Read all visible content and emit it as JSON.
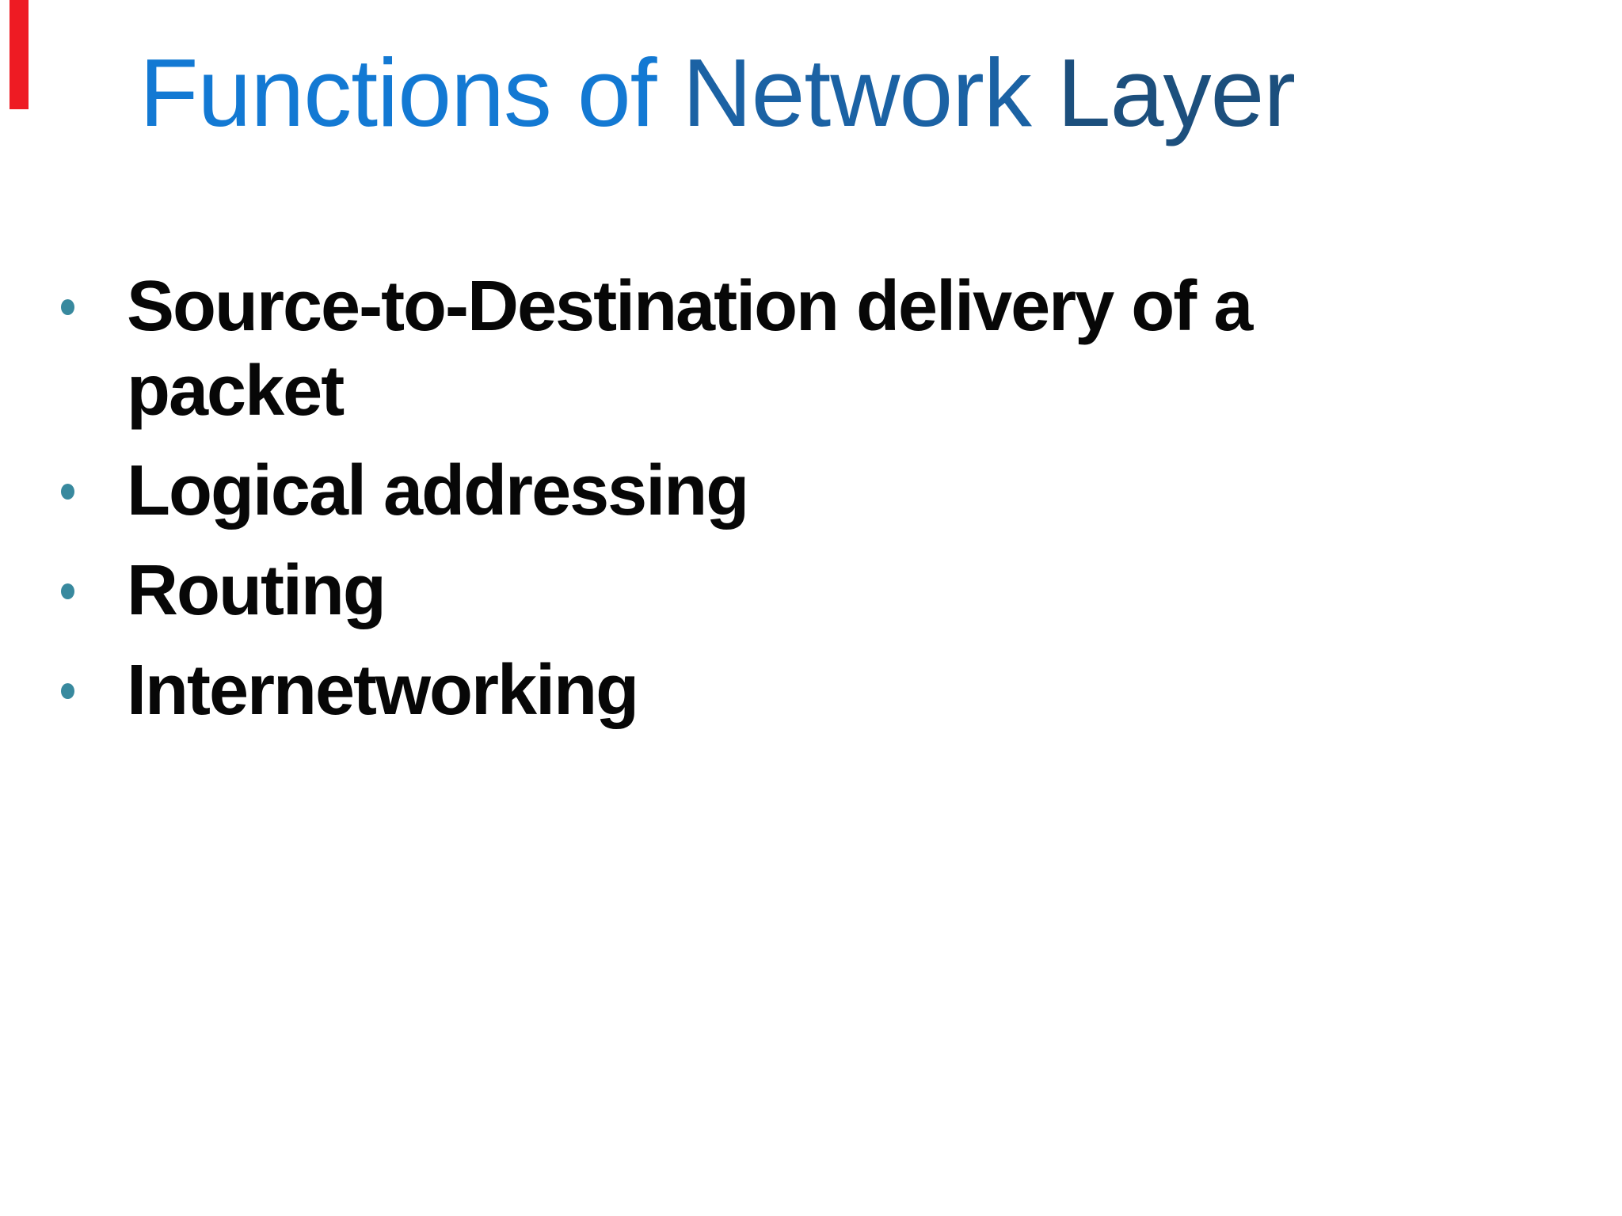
{
  "slide": {
    "title": {
      "part1": "Functions of ",
      "part2": "Network ",
      "part3": "Layer"
    },
    "bullets": [
      "Source-to-Destination delivery of a packet",
      "Logical addressing",
      "Routing",
      "Internetworking"
    ],
    "colors": {
      "background": "#FFFFFF",
      "title_start": "#1379D3",
      "title_mid": "#1B62A4",
      "title_end": "#1C4F7D",
      "bullet_dot": "#38899E",
      "marker_red": "#EE1B23",
      "text": "#070707"
    }
  }
}
